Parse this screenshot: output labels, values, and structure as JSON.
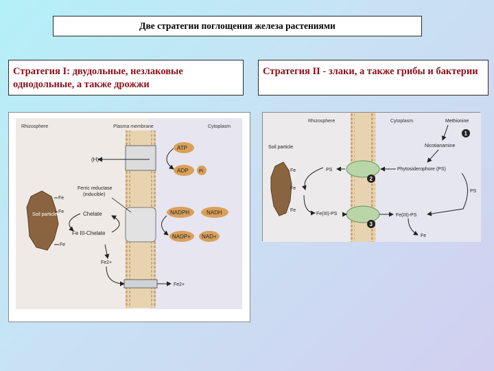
{
  "header": {
    "title": "Две стратегии поглощения железа растениями"
  },
  "strategy1": {
    "heading": "Стратегия I: двудольные, незлаковые однодольные, а также дрожжи",
    "figure": {
      "rhizosphere": "Rhizosphere",
      "plasma_membrane": "Plasma membrane",
      "cytoplasm": "Cytoplasm",
      "h_plus": "(H)+",
      "atp": "ATP",
      "adp": "ADP",
      "pi": "Pi",
      "ferric_reductase": "Ferric reductase",
      "inducible": "(inducible)",
      "soil_particle": "Soil particle",
      "fe_top": "Fe",
      "fe_mid": "Fe",
      "fe_bottom": "Fe",
      "chelate": "Chelate",
      "fe_iii_chelate": "Fe III-Chelate",
      "nadph": "NADPH",
      "nadh": "NADH",
      "nadp": "NADP+",
      "nad": "NAD+",
      "fe2_out": "Fe2+",
      "fe2_in": "Fe2+"
    }
  },
  "strategy2": {
    "heading": "Стратегия II - злаки, а также грибы и бактерии",
    "figure": {
      "rhizosphere": "Rhizosphere",
      "cytoplasm": "Cytoplasm",
      "methionine": "Methionine",
      "nicotianamine": "Nicotianamine",
      "soil_particle": "Soil particle",
      "fe_a": "Fe",
      "fe_b": "Fe",
      "fe_c": "Fe",
      "ps_out": "PS",
      "phytosiderophore": "Phytosiderophore (PS)",
      "ps_right": "PS",
      "fe_iii_ps_out": "Fe(III)-PS",
      "fe_iii_ps_in": "Fe(III)-PS",
      "fe_cyto": "Fe",
      "step1": "1",
      "step2": "2",
      "step3": "3"
    }
  },
  "colors": {
    "membrane": "#e8d3b0",
    "head": "#c8a674",
    "cofactor": "#d9a05a",
    "transporter": "#b9d6a9",
    "soil": "#8a6440"
  }
}
